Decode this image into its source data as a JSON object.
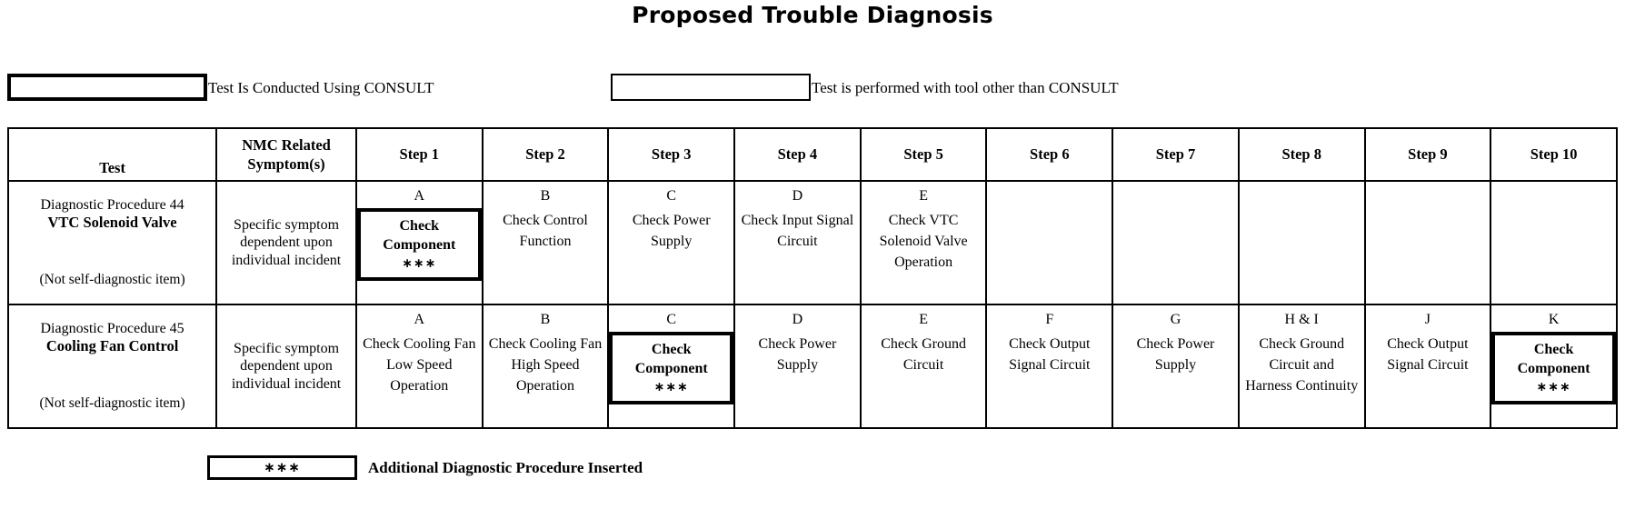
{
  "page": {
    "title": "Proposed Trouble Diagnosis"
  },
  "legend_top": [
    {
      "id": "consult",
      "style": "thick-border-box",
      "label": "Test Is Conducted Using CONSULT"
    },
    {
      "id": "other-tool",
      "style": "thin-border-box",
      "label": "Test is performed with tool other than CONSULT"
    }
  ],
  "legend_bottom": {
    "id": "additional-procedure",
    "swatch_text": "∗∗∗",
    "label": "Additional Diagnostic Procedure Inserted"
  },
  "table": {
    "headers": [
      {
        "key": "test",
        "line1": "",
        "line2": "Test"
      },
      {
        "key": "symptom",
        "line1": "NMC Related",
        "line2": "Symptom(s)"
      },
      {
        "key": "step1",
        "line1": "",
        "line2": "Step 1"
      },
      {
        "key": "step2",
        "line1": "",
        "line2": "Step 2"
      },
      {
        "key": "step3",
        "line1": "",
        "line2": "Step 3"
      },
      {
        "key": "step4",
        "line1": "",
        "line2": "Step 4"
      },
      {
        "key": "step5",
        "line1": "",
        "line2": "Step 5"
      },
      {
        "key": "step6",
        "line1": "",
        "line2": "Step 6"
      },
      {
        "key": "step7",
        "line1": "",
        "line2": "Step 7"
      },
      {
        "key": "step8",
        "line1": "",
        "line2": "Step 8"
      },
      {
        "key": "step9",
        "line1": "",
        "line2": "Step 9"
      },
      {
        "key": "step10",
        "line1": "",
        "line2": "Step 10"
      }
    ],
    "rows": [
      {
        "test": {
          "line1": "Diagnostic Procedure 44",
          "line2": "VTC Solenoid Valve",
          "note": "(Not self-diagnostic item)"
        },
        "symptom": "Specific symptom dependent upon individual incident",
        "steps": [
          {
            "letter": "A",
            "desc": "Check Component",
            "stars": "∗∗∗",
            "boxed": true
          },
          {
            "letter": "B",
            "desc": "Check Control Function",
            "stars": "",
            "boxed": false
          },
          {
            "letter": "C",
            "desc": "Check Power Supply",
            "stars": "",
            "boxed": false
          },
          {
            "letter": "D",
            "desc": "Check Input Signal Circuit",
            "stars": "",
            "boxed": false
          },
          {
            "letter": "E",
            "desc": "Check VTC Solenoid Valve Operation",
            "stars": "",
            "boxed": false
          },
          {
            "letter": "",
            "desc": "",
            "stars": "",
            "boxed": false
          },
          {
            "letter": "",
            "desc": "",
            "stars": "",
            "boxed": false
          },
          {
            "letter": "",
            "desc": "",
            "stars": "",
            "boxed": false
          },
          {
            "letter": "",
            "desc": "",
            "stars": "",
            "boxed": false
          },
          {
            "letter": "",
            "desc": "",
            "stars": "",
            "boxed": false
          }
        ]
      },
      {
        "test": {
          "line1": "Diagnostic Procedure 45",
          "line2": "Cooling Fan Control",
          "note": "(Not self-diagnostic item)"
        },
        "symptom": "Specific symptom dependent upon individual incident",
        "steps": [
          {
            "letter": "A",
            "desc": "Check Cooling Fan Low Speed Operation",
            "stars": "",
            "boxed": false
          },
          {
            "letter": "B",
            "desc": "Check Cooling Fan High Speed Operation",
            "stars": "",
            "boxed": false
          },
          {
            "letter": "C",
            "desc": "Check Component",
            "stars": "∗∗∗",
            "boxed": true
          },
          {
            "letter": "D",
            "desc": "Check Power Supply",
            "stars": "",
            "boxed": false
          },
          {
            "letter": "E",
            "desc": "Check Ground Circuit",
            "stars": "",
            "boxed": false
          },
          {
            "letter": "F",
            "desc": "Check Output Signal Circuit",
            "stars": "",
            "boxed": false
          },
          {
            "letter": "G",
            "desc": "Check Power Supply",
            "stars": "",
            "boxed": false
          },
          {
            "letter": "H & I",
            "desc": "Check Ground Circuit and Harness Continuity",
            "stars": "",
            "boxed": false
          },
          {
            "letter": "J",
            "desc": "Check Output Signal Circuit",
            "stars": "",
            "boxed": false
          },
          {
            "letter": "K",
            "desc": "Check Component",
            "stars": "∗∗∗",
            "boxed": true
          }
        ]
      }
    ]
  }
}
